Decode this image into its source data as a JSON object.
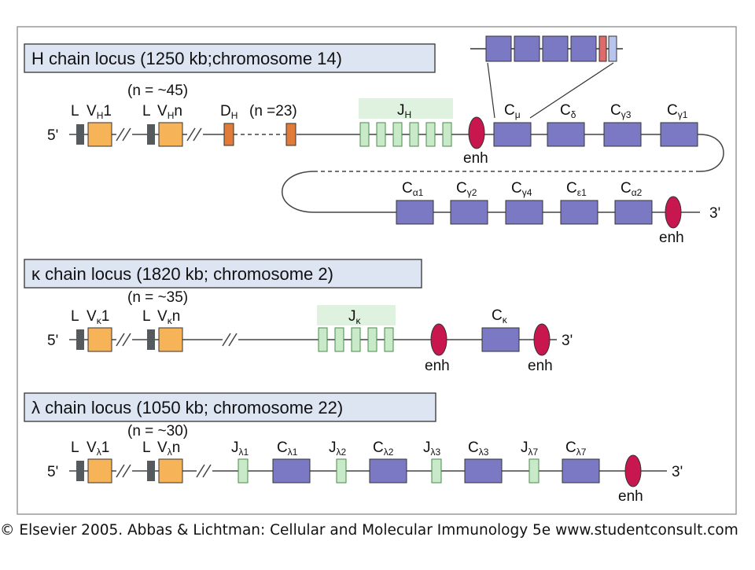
{
  "h_locus": {
    "title": "H chain locus (1250 kb;chromosome 14)",
    "five_prime": "5'",
    "three_prime": "3'",
    "n_v": "(n = ~45)",
    "l1": "L",
    "v1": "V",
    "v1_sub": "H",
    "v1_suf": "1",
    "l2": "L",
    "vn": "V",
    "vn_sub": "H",
    "vn_suf": "n",
    "d": "D",
    "d_sub": "H",
    "d_n": "(n =23)",
    "j": "J",
    "j_sub": "H",
    "enh": "enh",
    "enh2": "enh",
    "constant_top": [
      {
        "base": "C",
        "sub": "μ"
      },
      {
        "base": "C",
        "sub": "δ"
      },
      {
        "base": "C",
        "sub": "γ3"
      },
      {
        "base": "C",
        "sub": "γ1"
      }
    ],
    "constant_bottom": [
      {
        "base": "C",
        "sub": "α1"
      },
      {
        "base": "C",
        "sub": "γ2"
      },
      {
        "base": "C",
        "sub": "γ4"
      },
      {
        "base": "C",
        "sub": "ε1"
      },
      {
        "base": "C",
        "sub": "α2"
      }
    ]
  },
  "k_locus": {
    "title": "κ chain locus (1820 kb; chromosome 2)",
    "five_prime": "5'",
    "three_prime": "3'",
    "n_v": "(n = ~35)",
    "l1": "L",
    "v1": "V",
    "v1_sub": "κ",
    "v1_suf": "1",
    "l2": "L",
    "vn": "V",
    "vn_sub": "κ",
    "vn_suf": "n",
    "j": "J",
    "j_sub": "κ",
    "c": "C",
    "c_sub": "κ",
    "enh1": "enh",
    "enh2": "enh"
  },
  "l_locus": {
    "title": "λ chain locus (1050 kb; chromosome 22)",
    "five_prime": "5'",
    "three_prime": "3'",
    "n_v": "(n = ~30)",
    "l1": "L",
    "v1": "V",
    "v1_sub": "λ",
    "v1_suf": "1",
    "l2": "L",
    "vn": "V",
    "vn_sub": "λ",
    "vn_suf": "n",
    "pairs": [
      {
        "j": "J",
        "j_sub": "λ1",
        "c": "C",
        "c_sub": "λ1"
      },
      {
        "j": "J",
        "j_sub": "λ2",
        "c": "C",
        "c_sub": "λ2"
      },
      {
        "j": "J",
        "j_sub": "λ3",
        "c": "C",
        "c_sub": "λ3"
      },
      {
        "j": "J",
        "j_sub": "λ7",
        "c": "C",
        "c_sub": "λ7"
      }
    ],
    "enh": "enh"
  },
  "footer": {
    "copyright": "© Elsevier 2005. Abbas & Lichtman: Cellular and Molecular Immunology 5e www.studentconsult.com"
  },
  "colors": {
    "v_gene": "#f7b358",
    "leader": "#555a5f",
    "d_gene": "#e07b3a",
    "j_gene": "#c9eac8",
    "j_band": "#dff2df",
    "c_gene": "#7b78c4",
    "enhancer": "#c8174e",
    "title_box": "#dde4f2"
  }
}
